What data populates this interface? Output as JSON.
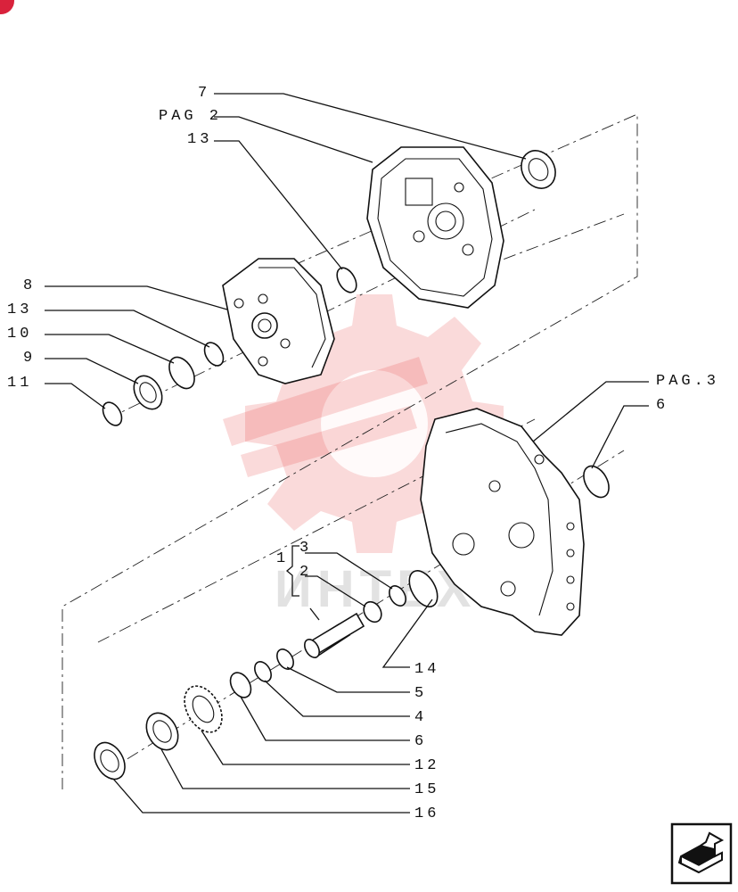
{
  "labels": {
    "l7": "7",
    "lpag2": "PAG 2",
    "l13a": "13",
    "l8": "8",
    "l13b": "13",
    "l10": "10",
    "l9": "9",
    "l11": "11",
    "lpag3": "PAG.3",
    "l6a": "6",
    "l1": "1",
    "l3": "3",
    "l2": "2",
    "l14": "14",
    "l5": "5",
    "l4": "4",
    "l6b": "6",
    "l12": "12",
    "l15": "15",
    "l16": "16"
  },
  "watermark": {
    "text": "ИНТЕХ",
    "color": "#e63232"
  },
  "icons": {
    "badge": "red-circle-badge",
    "nav": "next-page-arrow-icon"
  },
  "colors": {
    "ink": "#111111",
    "badge": "#d9223c"
  }
}
